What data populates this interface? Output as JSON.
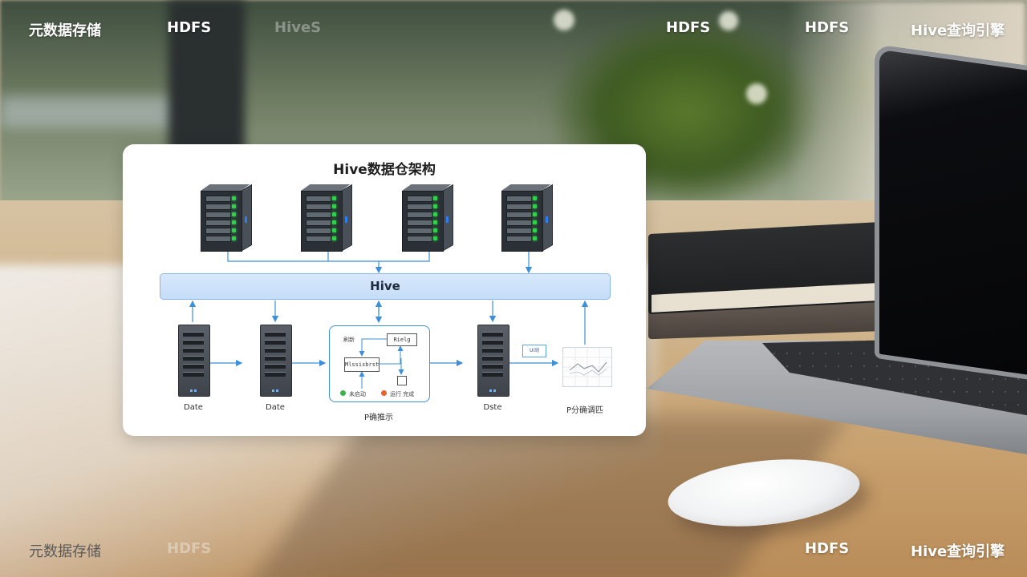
{
  "top_bar": {
    "items": [
      "元数据存储",
      "HDFS",
      "HiveS",
      "HDFS",
      "HDFS",
      "Hive查询引擎"
    ]
  },
  "bottom_bar": {
    "items": [
      "元数据存储",
      "HDFS",
      "HDFS",
      "Hive查询引擎"
    ]
  },
  "diagram": {
    "title": "Hive数据仓架构",
    "hive_label": "Hive",
    "captions": [
      "Date",
      "Date",
      "P确推示",
      "Dste",
      "P分确调匹"
    ],
    "process": {
      "box_a": "Rielg",
      "box_b": "Mlssisbrst",
      "top_note": "刷新",
      "legend_1": "未启动",
      "legend_2": "运行 完成"
    },
    "tag": "Ui动",
    "colors": {
      "accent": "#3d8fd9",
      "bar_fill": "#cfe2f9",
      "led": "#2fd04a"
    }
  }
}
